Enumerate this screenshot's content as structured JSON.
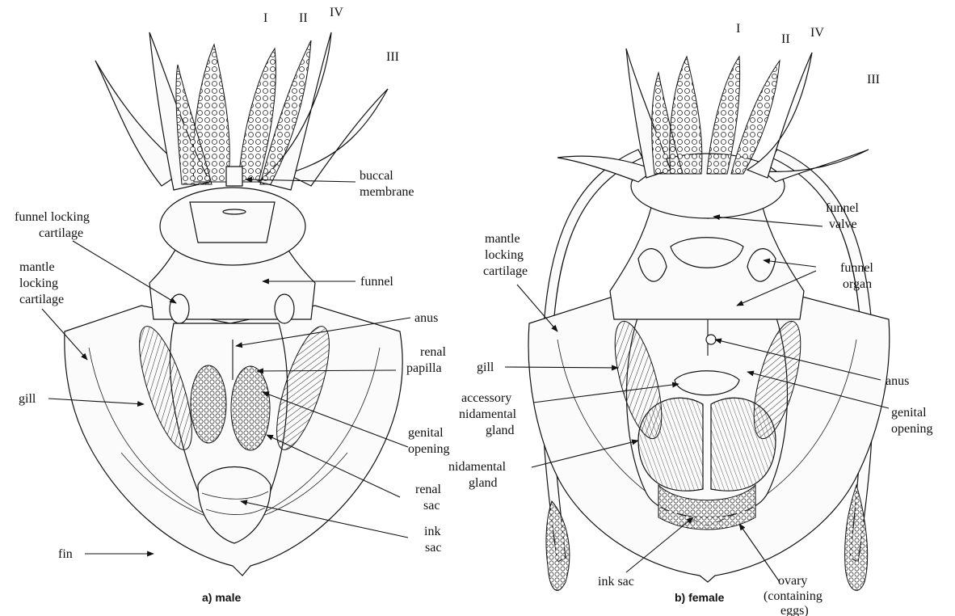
{
  "figure": {
    "male": {
      "caption": "a)  male",
      "arms": [
        "I",
        "II",
        "IV",
        "III"
      ],
      "labels": {
        "buccal": [
          "buccal",
          "membrane"
        ],
        "funnel_locking": [
          "funnel locking",
          "cartilage"
        ],
        "mantle_locking": [
          "mantle",
          "locking",
          "cartilage"
        ],
        "funnel": "funnel",
        "anus": "anus",
        "renal_papilla": [
          "renal",
          "papilla"
        ],
        "gill": "gill",
        "genital_opening": [
          "genital",
          "opening"
        ],
        "renal_sac": [
          "renal",
          "sac"
        ],
        "ink_sac": [
          "ink",
          "sac"
        ],
        "fin": "fin"
      }
    },
    "female": {
      "caption": "b)  female",
      "arms": [
        "I",
        "II",
        "IV",
        "III"
      ],
      "labels": {
        "funnel_valve": [
          "funnel",
          "valve"
        ],
        "mantle_locking": [
          "mantle",
          "locking",
          "cartilage"
        ],
        "funnel_organ": [
          "funnel",
          "organ"
        ],
        "gill": "gill",
        "anus": "anus",
        "accessory_nid": [
          "accessory",
          "nidamental",
          "gland"
        ],
        "genital_opening": [
          "genital",
          "opening"
        ],
        "nidamental": [
          "nidamental",
          "gland"
        ],
        "ink_sac": "ink sac",
        "ovary": [
          "ovary",
          "(containing",
          "eggs)"
        ]
      }
    }
  }
}
